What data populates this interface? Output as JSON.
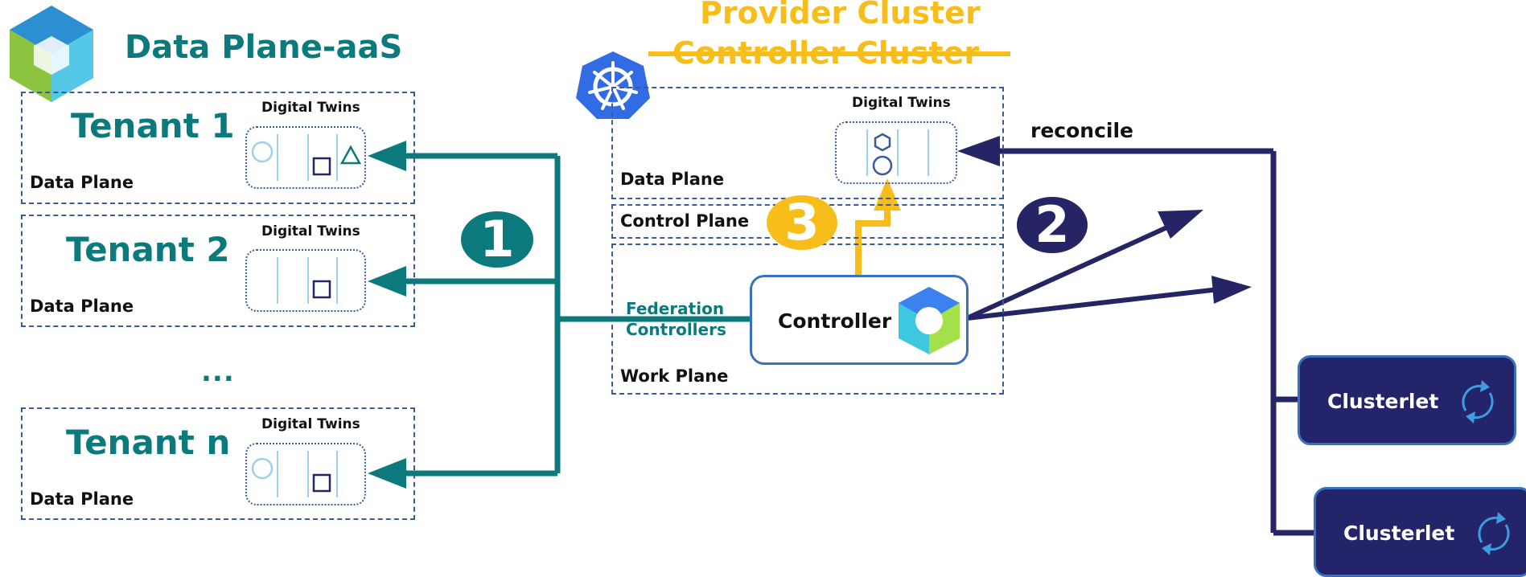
{
  "title": "Data Plane-aaS",
  "provider": {
    "title": "Provider Cluster",
    "struck_title": "Controller Cluster",
    "digital_twins_label": "Digital Twins",
    "data_plane_label": "Data Plane",
    "control_plane_label": "Control Plane",
    "work_plane_label": "Work Plane",
    "federation_label_line1": "Federation",
    "federation_label_line2": "Controllers",
    "controller_label": "Controller"
  },
  "tenants": [
    {
      "name": "Tenant 1",
      "dt_label": "Digital Twins",
      "plane_label": "Data Plane"
    },
    {
      "name": "Tenant 2",
      "dt_label": "Digital Twins",
      "plane_label": "Data Plane"
    },
    {
      "name": "Tenant n",
      "dt_label": "Digital Twins",
      "plane_label": "Data Plane"
    }
  ],
  "ellipsis": "...",
  "badges": {
    "one": "1",
    "two": "2",
    "three": "3"
  },
  "reconcile_label": "reconcile",
  "clusterlets": [
    {
      "label": "Clusterlet"
    },
    {
      "label": "Clusterlet"
    }
  ],
  "colors": {
    "teal": "#0c7a7d",
    "navy": "#252566",
    "yellow": "#f7be1b",
    "dash_blue": "#3a5a9a",
    "k8s_blue": "#326ce5"
  }
}
